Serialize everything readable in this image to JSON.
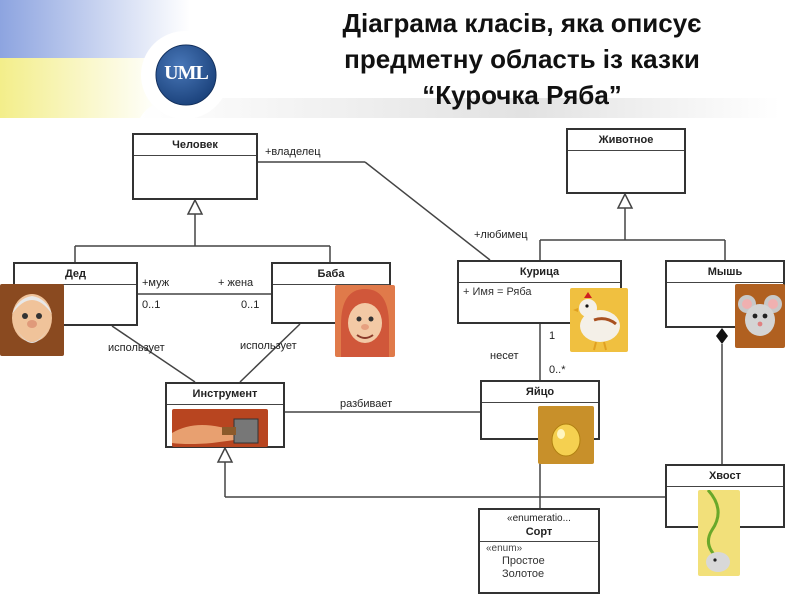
{
  "title": {
    "line1": "Діаграма класів, яка описує",
    "line2": "предметну область із казки",
    "line3": "“Курочка Ряба”"
  },
  "logo": {
    "text": "UML"
  },
  "classes": {
    "human": {
      "name": "Человек"
    },
    "animal": {
      "name": "Животное"
    },
    "grandpa": {
      "name": "Дед"
    },
    "grandma": {
      "name": "Баба"
    },
    "hen": {
      "name": "Курица",
      "attr": "+ Имя = Ряба"
    },
    "mouse": {
      "name": "Мышь"
    },
    "tool": {
      "name": "Инструмент"
    },
    "egg": {
      "name": "Яйцо"
    },
    "tail": {
      "name": "Хвост"
    },
    "sort": {
      "stereotype": "«enumeratio...",
      "name": "Сорт",
      "enum_stereo": "«enum»",
      "values": [
        "Простое",
        "Золотое"
      ]
    }
  },
  "labels": {
    "owner": "+владелец",
    "pet": "+любимец",
    "husband": "+муж",
    "wife": "+ жена",
    "mult_husband": "0..1",
    "mult_wife": "0..1",
    "uses_grandpa": "использует",
    "uses_grandma": "использует",
    "breaks": "разбивает",
    "lays": "несет",
    "mult_hen": "1",
    "mult_egg": "0..*"
  },
  "icons": [
    "grandpa-picture",
    "grandma-picture",
    "hammer-picture",
    "hen-picture",
    "golden-egg-picture",
    "mouse-picture",
    "mouse-tail-picture"
  ],
  "colors": {
    "banner_blue": "#8da4e0",
    "banner_yellow": "#f3ee8a",
    "logo_blue": "#1f4e8c"
  }
}
